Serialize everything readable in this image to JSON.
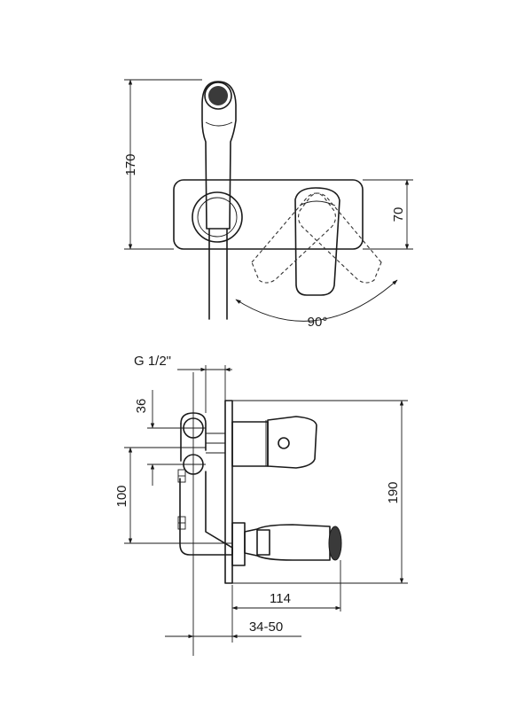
{
  "top_view": {
    "dim_height_total": "170",
    "dim_height_plate": "70",
    "dim_rotation": "90°"
  },
  "side_view": {
    "dim_thread": "G 1/2\"",
    "dim_offset": "36",
    "dim_outlet_spacing": "100",
    "dim_height_plate": "190",
    "dim_spout_projection": "114",
    "dim_wall_depth": "34-50"
  }
}
